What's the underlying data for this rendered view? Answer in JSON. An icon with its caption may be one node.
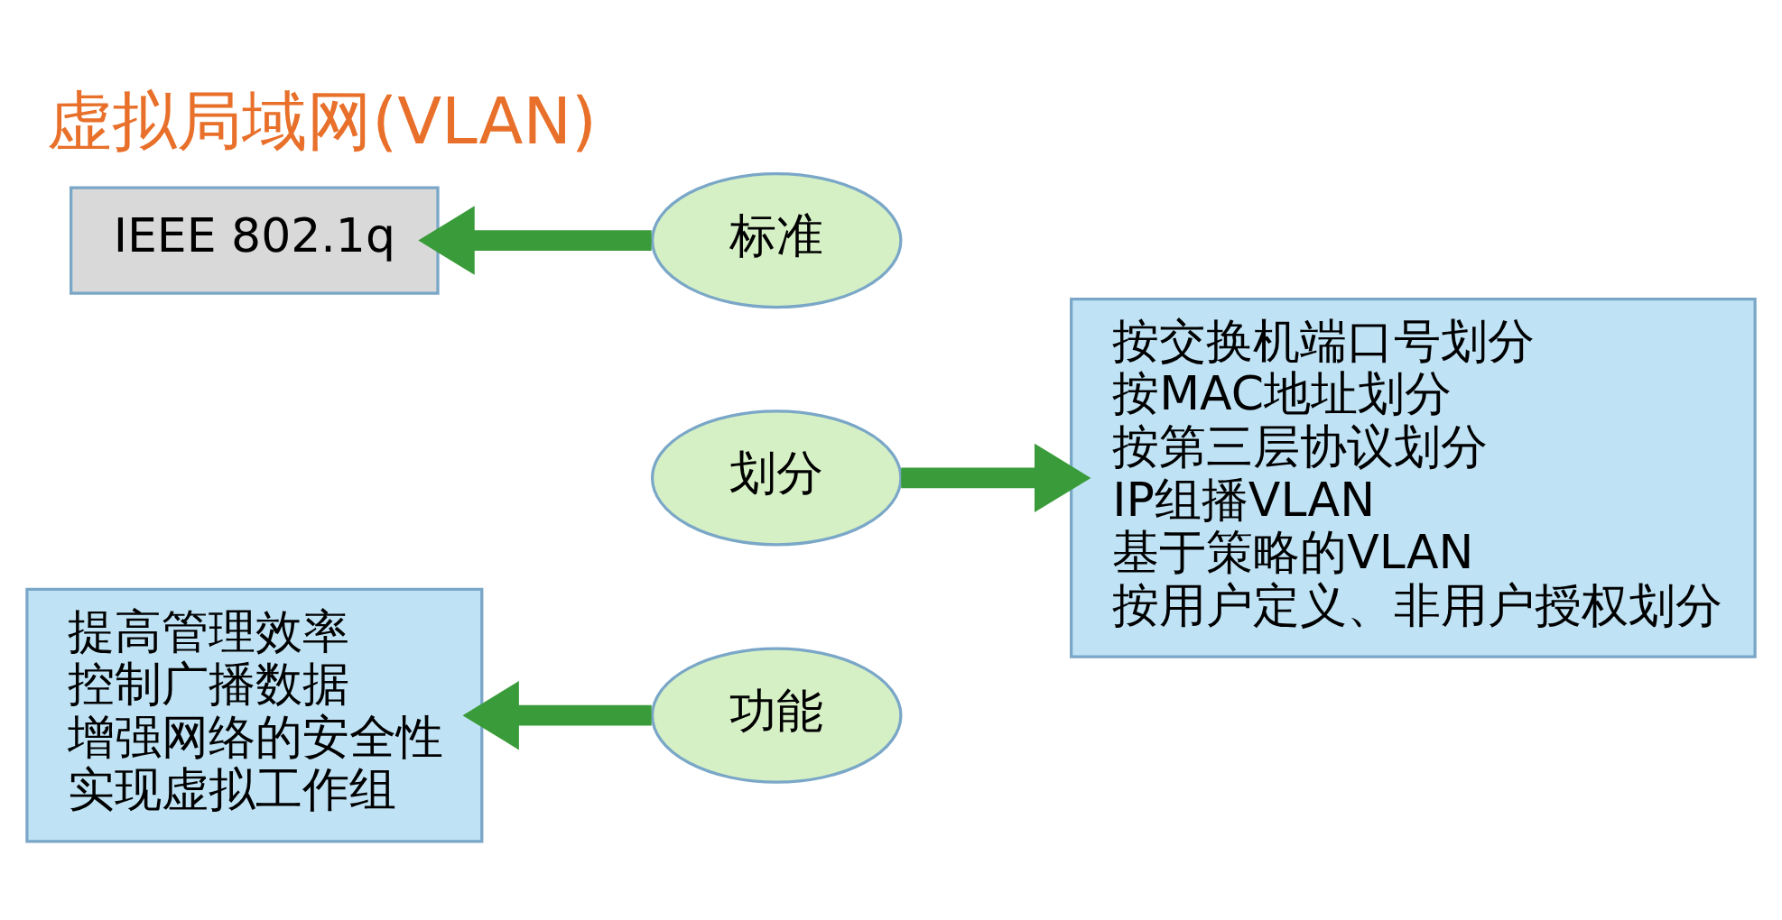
{
  "diagram": {
    "title": "虚拟局域网(VLAN)",
    "nodes": [
      {
        "text": [
          "提高管理效率",
          "控制广播数据",
          "增强网络的安全性",
          "实现虚拟工作组"
        ]
      },
      {
        "text": [
          "功能"
        ]
      },
      {
        "text": [
          "划分"
        ]
      },
      {
        "text": [
          "按交换机端口号划分",
          "按MAC地址划分",
          "按第三层协议划分",
          "IP组播VLAN",
          "基于策略的VLAN",
          "按用户定义、非用户授权划分"
        ]
      },
      {
        "text": [
          "标准"
        ]
      },
      {
        "text": [
          "IEEE 802.1q"
        ]
      }
    ],
    "edges": [
      {
        "from": 1,
        "to": 0,
        "arrow": "to"
      },
      {
        "from": 2,
        "to": 3,
        "arrow": "to"
      },
      {
        "from": 4,
        "to": 5,
        "arrow": "to"
      }
    ]
  }
}
